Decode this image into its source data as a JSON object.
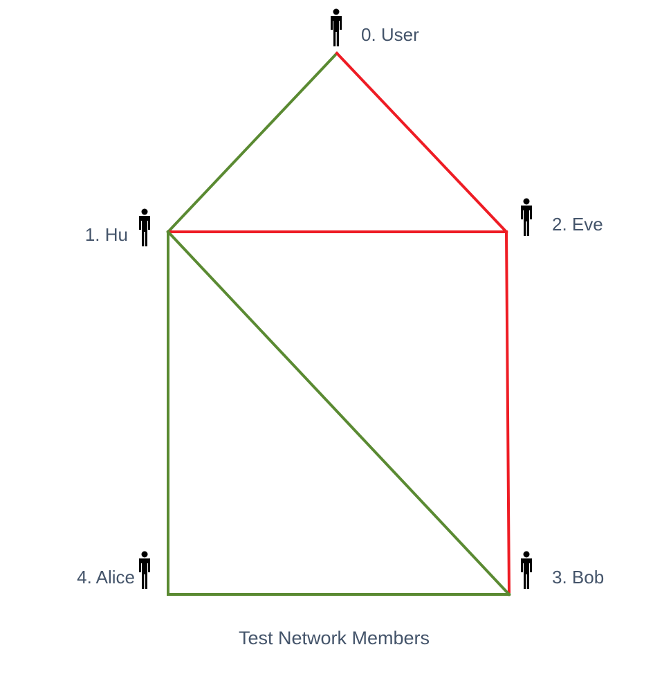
{
  "diagram": {
    "caption": "Test Network Members",
    "colors": {
      "trusted_edge": "#5a8a32",
      "untrusted_edge": "#ee1c24",
      "text": "#44546a",
      "person_icon": "#000000"
    },
    "nodes": [
      {
        "id": "user",
        "label": "0. User",
        "icon": "person-icon"
      },
      {
        "id": "hu",
        "label": "1. Hu",
        "icon": "person-icon"
      },
      {
        "id": "eve",
        "label": "2. Eve",
        "icon": "person-icon"
      },
      {
        "id": "bob",
        "label": "3. Bob",
        "icon": "person-icon"
      },
      {
        "id": "alice",
        "label": "4. Alice",
        "icon": "person-icon"
      }
    ],
    "edges": [
      {
        "from": "user",
        "to": "hu",
        "type": "trusted_edge"
      },
      {
        "from": "user",
        "to": "eve",
        "type": "untrusted_edge"
      },
      {
        "from": "hu",
        "to": "eve",
        "type": "untrusted_edge"
      },
      {
        "from": "eve",
        "to": "bob",
        "type": "untrusted_edge"
      },
      {
        "from": "hu",
        "to": "alice",
        "type": "trusted_edge"
      },
      {
        "from": "hu",
        "to": "bob",
        "type": "trusted_edge"
      },
      {
        "from": "alice",
        "to": "bob",
        "type": "trusted_edge"
      }
    ]
  }
}
